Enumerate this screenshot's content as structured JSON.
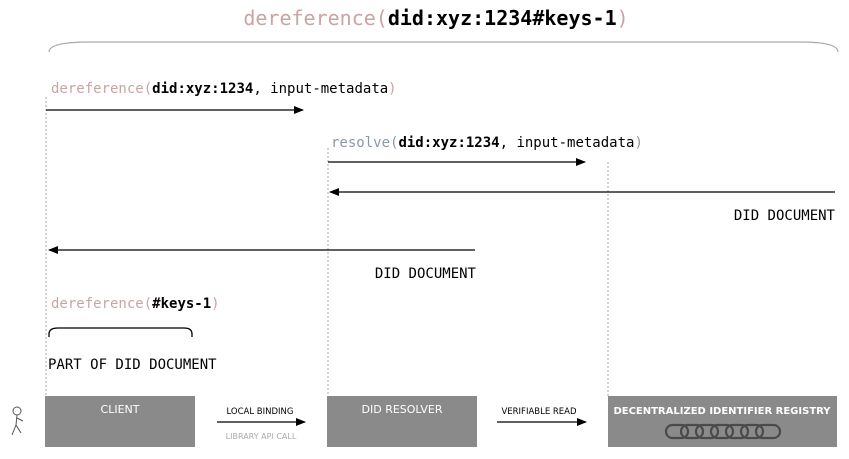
{
  "colors": {
    "func": "#c8a4a4",
    "resolve_func": "#8c97a6",
    "ink": "#000000",
    "box": "#8a8a8a",
    "box_text": "#ffffff",
    "lifeline": "#aaaaaa",
    "sub_label": "#aaaaaa"
  },
  "title": {
    "func": "dereference(",
    "arg": "did:xyz:1234#keys-1",
    "close": ")"
  },
  "step1": {
    "func": "dereference(",
    "arg": "did:xyz:1234",
    "rest": ", input-metadata",
    "close": ")"
  },
  "step2": {
    "func": "resolve(",
    "arg": "did:xyz:1234",
    "rest": ", input-metadata",
    "close": ")"
  },
  "return1": {
    "label": "DID DOCUMENT"
  },
  "return2": {
    "label": "DID DOCUMENT"
  },
  "step3": {
    "func": "dereference(",
    "arg": "#keys-1",
    "close": ")"
  },
  "fragment": {
    "label": "PART OF DID DOCUMENT"
  },
  "actors": {
    "client": "CLIENT",
    "resolver": "DID RESOLVER",
    "registry": "DECENTRALIZED IDENTIFIER REGISTRY"
  },
  "connectors": {
    "local_binding": "LOCAL BINDING",
    "library_api_call": "LIBRARY API CALL",
    "verifiable_read": "VERIFIABLE READ"
  },
  "icons": {
    "user": "person-icon",
    "chain": "chain-icon"
  }
}
